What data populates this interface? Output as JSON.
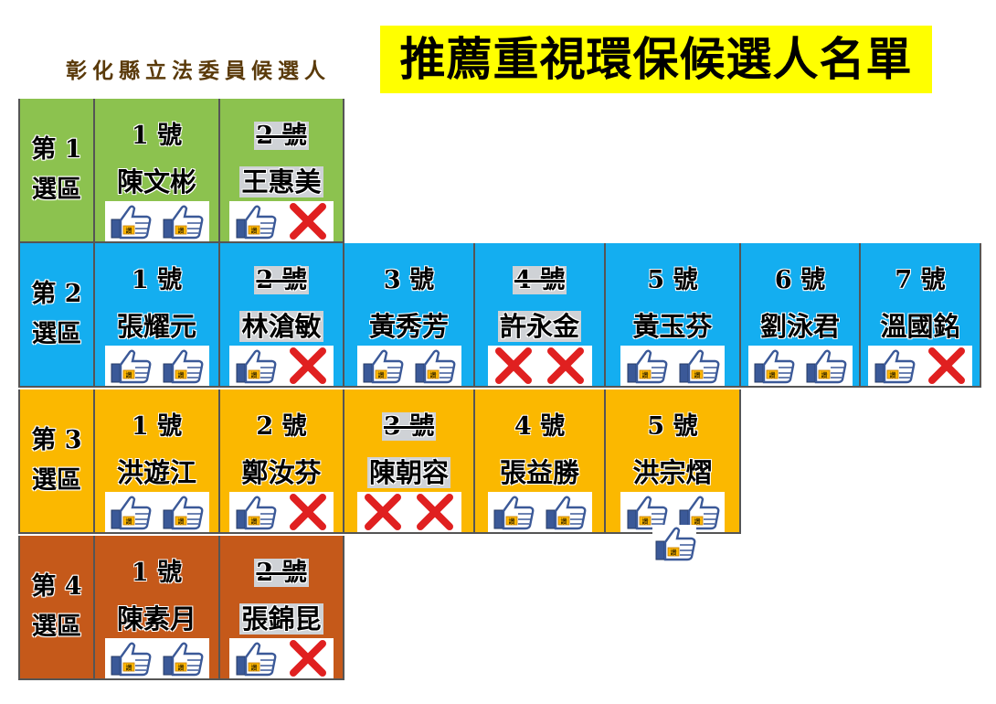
{
  "header": {
    "subtitle": "彰化縣立法委員候選人",
    "title": "推薦重視環保候選人名單"
  },
  "colors": {
    "district1": "#8cc24f",
    "district2": "#14aef0",
    "district3": "#fbb800",
    "district4": "#c5591a",
    "title_bg": "#ffff00"
  },
  "districts": [
    {
      "label_top": "第 1",
      "label_bottom": "選區",
      "candidates": [
        {
          "number": "1 號",
          "name": "陳文彬",
          "struck": false,
          "icons": [
            "thumbs-up-icon",
            "thumbs-up-icon"
          ]
        },
        {
          "number": "2 號",
          "name": "王惠美",
          "struck": true,
          "icons": [
            "thumbs-up-icon",
            "red-x-icon"
          ]
        }
      ]
    },
    {
      "label_top": "第 2",
      "label_bottom": "選區",
      "candidates": [
        {
          "number": "1 號",
          "name": "張耀元",
          "struck": false,
          "icons": [
            "thumbs-up-icon",
            "thumbs-up-icon"
          ]
        },
        {
          "number": "2 號",
          "name": "林滄敏",
          "struck": true,
          "icons": [
            "thumbs-up-icon",
            "red-x-icon"
          ]
        },
        {
          "number": "3 號",
          "name": "黃秀芳",
          "struck": false,
          "icons": [
            "thumbs-up-icon",
            "thumbs-up-icon"
          ]
        },
        {
          "number": "4 號",
          "name": "許永金",
          "struck": true,
          "icons": [
            "red-x-icon",
            "red-x-icon"
          ]
        },
        {
          "number": "5 號",
          "name": "黃玉芬",
          "struck": false,
          "icons": [
            "thumbs-up-icon",
            "thumbs-up-icon"
          ]
        },
        {
          "number": "6 號",
          "name": "劉泳君",
          "struck": false,
          "icons": [
            "thumbs-up-icon",
            "thumbs-up-icon"
          ]
        },
        {
          "number": "7 號",
          "name": "溫國銘",
          "struck": false,
          "icons": [
            "thumbs-up-icon",
            "red-x-icon"
          ]
        }
      ]
    },
    {
      "label_top": "第 3",
      "label_bottom": "選區",
      "candidates": [
        {
          "number": "1 號",
          "name": "洪遊江",
          "struck": false,
          "icons": [
            "thumbs-up-icon",
            "thumbs-up-icon"
          ]
        },
        {
          "number": "2 號",
          "name": "鄭汝芬",
          "struck": false,
          "icons": [
            "thumbs-up-icon",
            "red-x-icon"
          ]
        },
        {
          "number": "3 號",
          "name": "陳朝容",
          "struck": true,
          "icons": [
            "red-x-icon",
            "red-x-icon"
          ]
        },
        {
          "number": "4 號",
          "name": "張益勝",
          "struck": false,
          "icons": [
            "thumbs-up-icon",
            "thumbs-up-icon"
          ]
        },
        {
          "number": "5 號",
          "name": "洪宗熠",
          "struck": false,
          "icons": [
            "thumbs-up-icon",
            "thumbs-up-icon",
            "thumbs-up-icon"
          ]
        }
      ]
    },
    {
      "label_top": "第 4",
      "label_bottom": "選區",
      "candidates": [
        {
          "number": "1 號",
          "name": "陳素月",
          "struck": false,
          "icons": [
            "thumbs-up-icon",
            "thumbs-up-icon"
          ]
        },
        {
          "number": "2 號",
          "name": "張錦昆",
          "struck": true,
          "icons": [
            "thumbs-up-icon",
            "red-x-icon"
          ]
        }
      ]
    }
  ]
}
